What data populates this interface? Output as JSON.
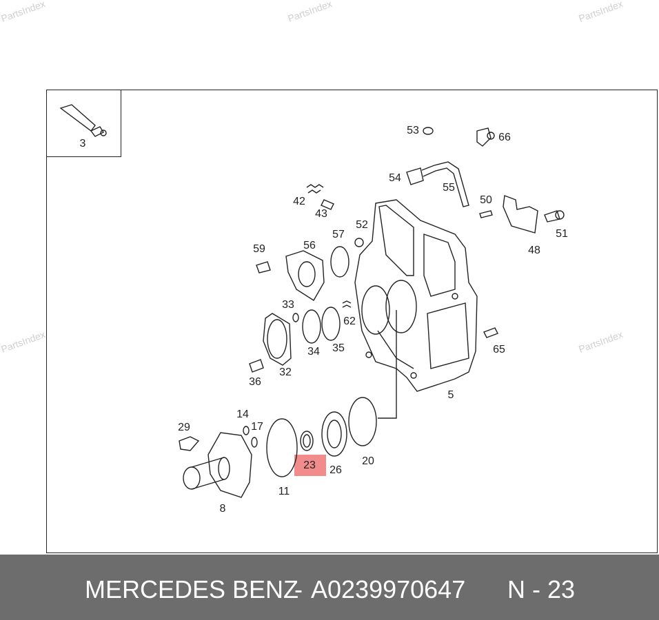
{
  "watermark": "PartsIndex",
  "inset_label": "3",
  "callouts": [
    "53",
    "66",
    "54",
    "55",
    "50",
    "42",
    "43",
    "52",
    "51",
    "57",
    "48",
    "59",
    "56",
    "33",
    "62",
    "65",
    "34",
    "35",
    "32",
    "36",
    "5",
    "14",
    "17",
    "29",
    "23",
    "26",
    "20",
    "11",
    "8"
  ],
  "footer": {
    "brand": "MERCEDES BENZ",
    "part_number": "A0239970647",
    "position": "N - 23"
  },
  "highlight_color": "#f28b8b"
}
